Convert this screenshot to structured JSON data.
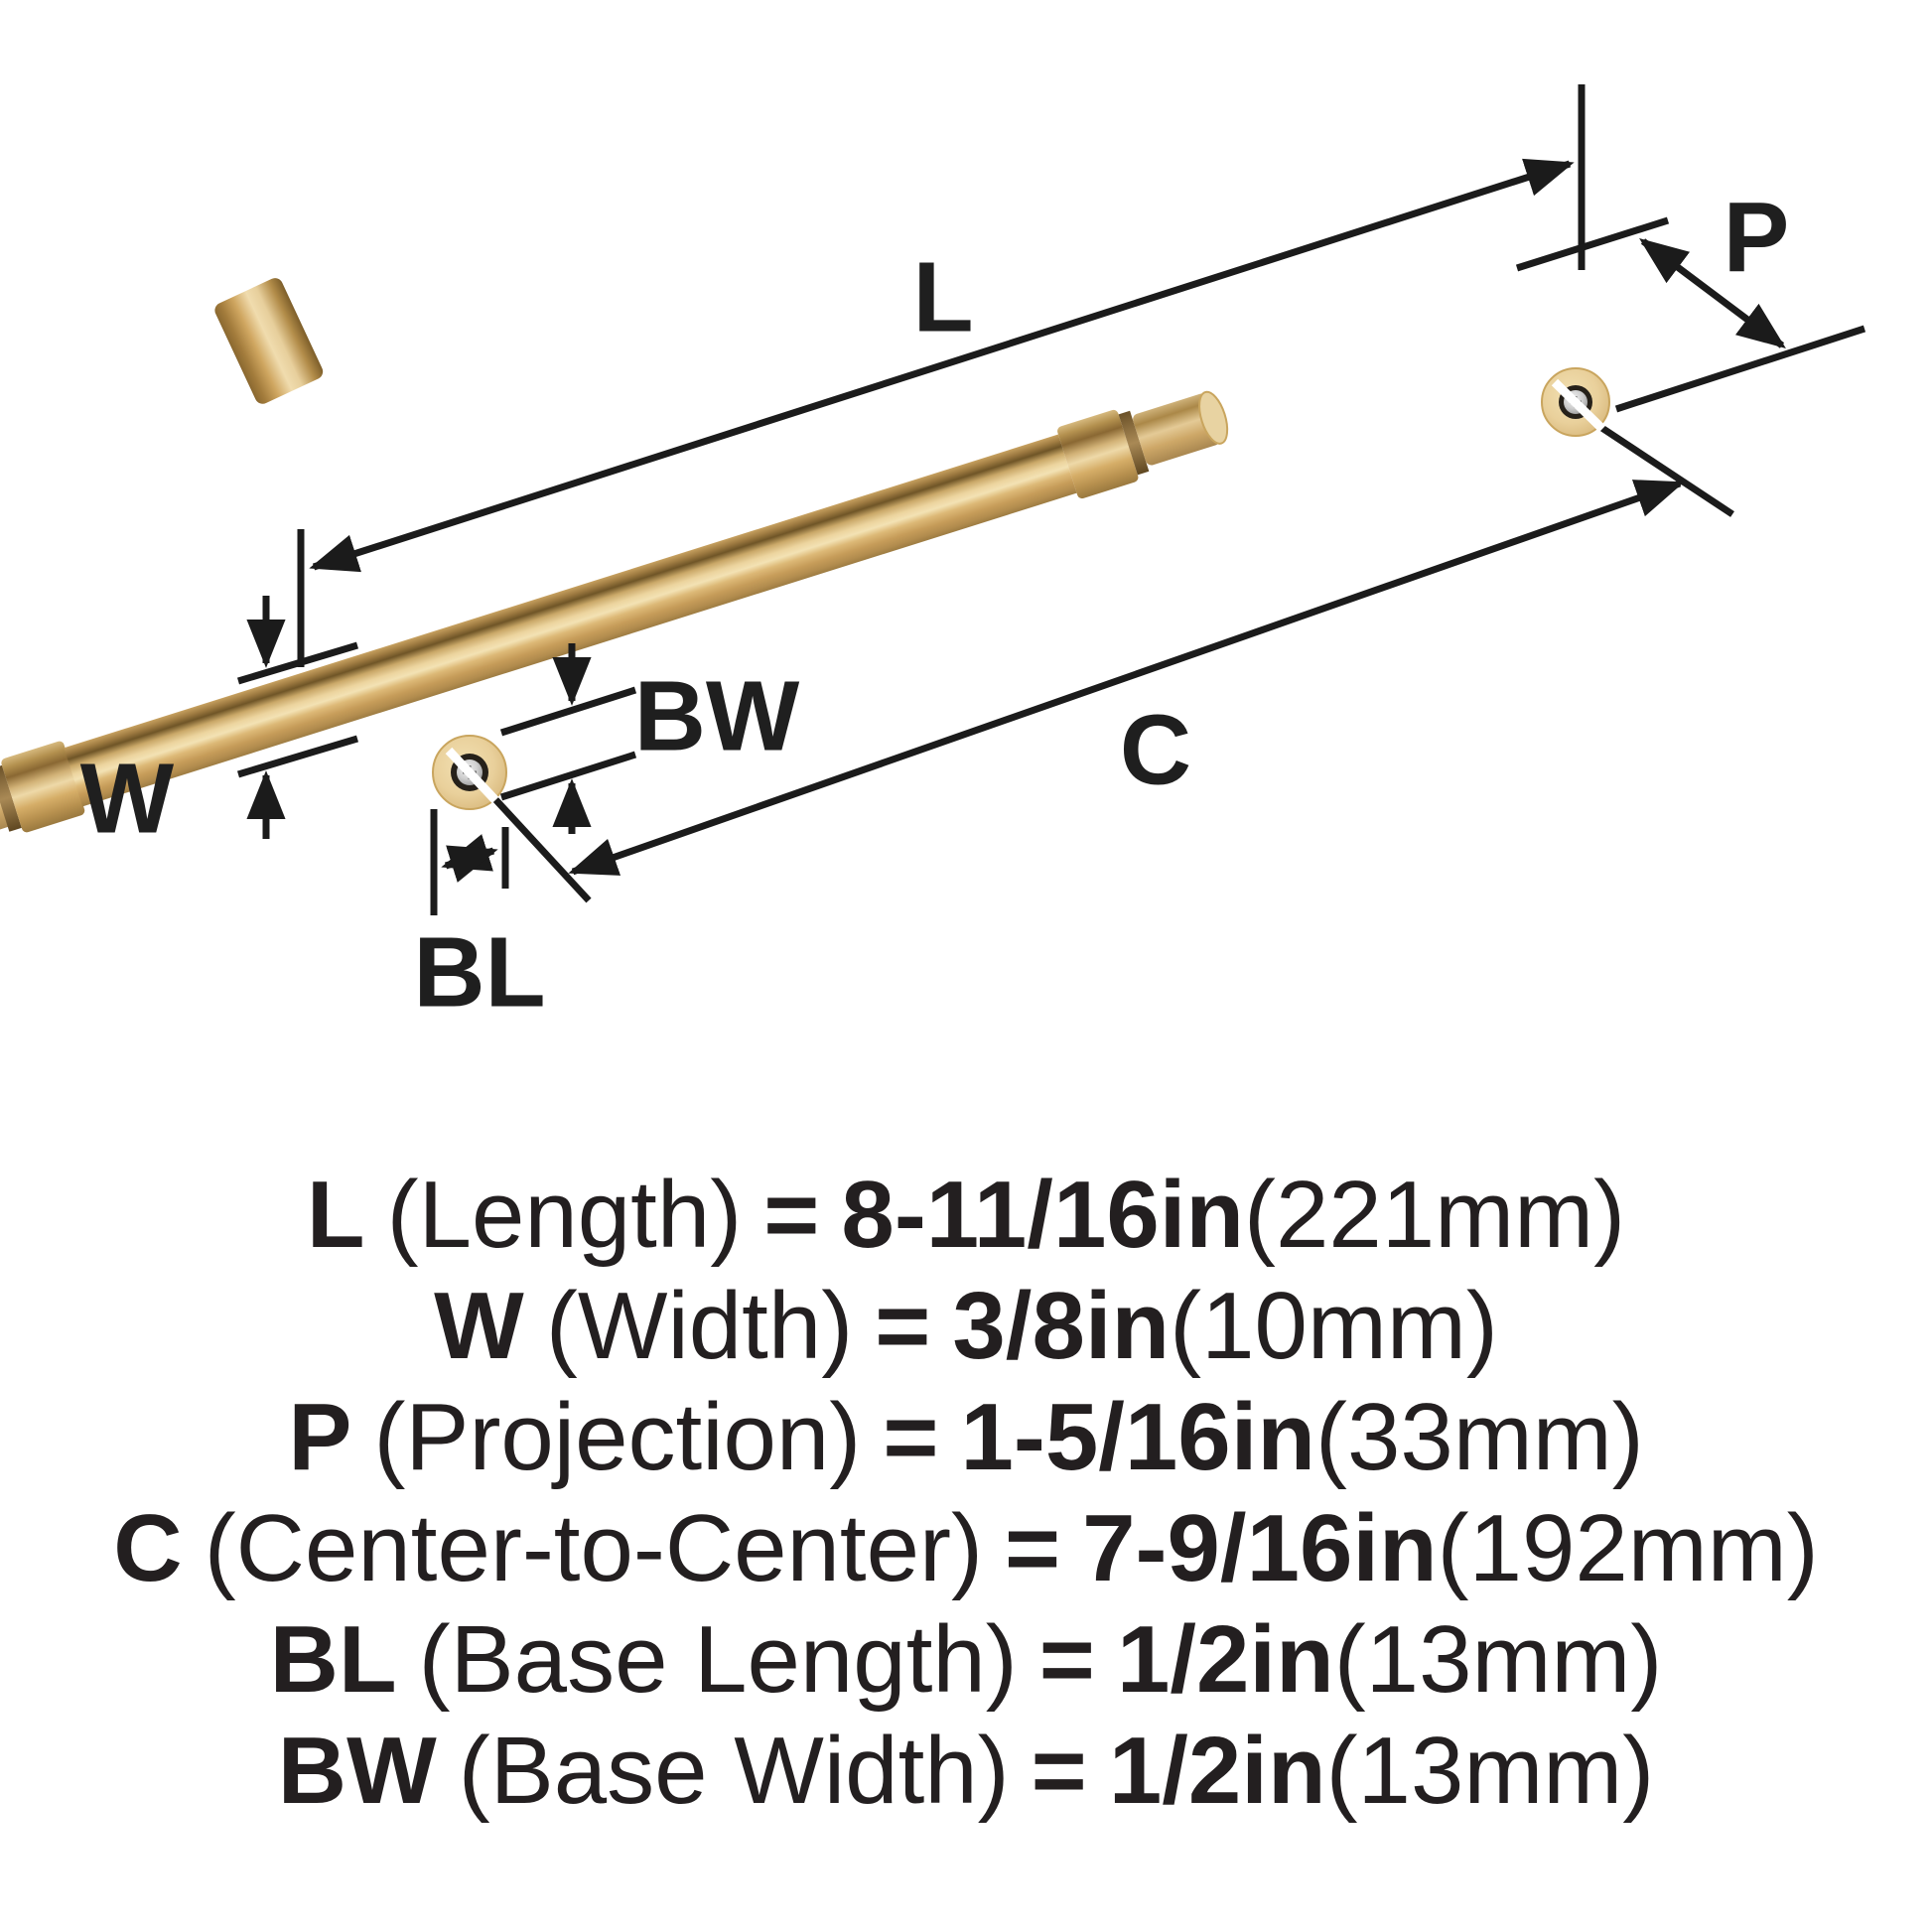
{
  "diagram": {
    "labels": {
      "length": "L",
      "width": "W",
      "projection": "P",
      "center_to_center": "C",
      "base_length": "BL",
      "base_width": "BW"
    },
    "colors": {
      "background": "#ffffff",
      "dimension_line": "#1b1b1b",
      "brass_highlight": "#f3e2b4",
      "brass_mid": "#c89b52",
      "brass_shadow": "#6f5527",
      "screw_silver": "#cfcfcf"
    }
  },
  "specs": [
    {
      "symbol": "L",
      "name": "(Length)",
      "eq": "=",
      "imperial": "8-11/16in",
      "metric": "(221mm)"
    },
    {
      "symbol": "W",
      "name": "(Width)",
      "eq": "=",
      "imperial": "3/8in",
      "metric": "(10mm)"
    },
    {
      "symbol": "P",
      "name": "(Projection)",
      "eq": "=",
      "imperial": "1-5/16in",
      "metric": "(33mm)"
    },
    {
      "symbol": "C",
      "name": "(Center-to-Center)",
      "eq": "=",
      "imperial": "7-9/16in",
      "metric": "(192mm)"
    },
    {
      "symbol": "BL",
      "name": "(Base Length)",
      "eq": "=",
      "imperial": "1/2in",
      "metric": "(13mm)"
    },
    {
      "symbol": "BW",
      "name": "(Base Width)",
      "eq": "=",
      "imperial": "1/2in",
      "metric": "(13mm)"
    }
  ]
}
